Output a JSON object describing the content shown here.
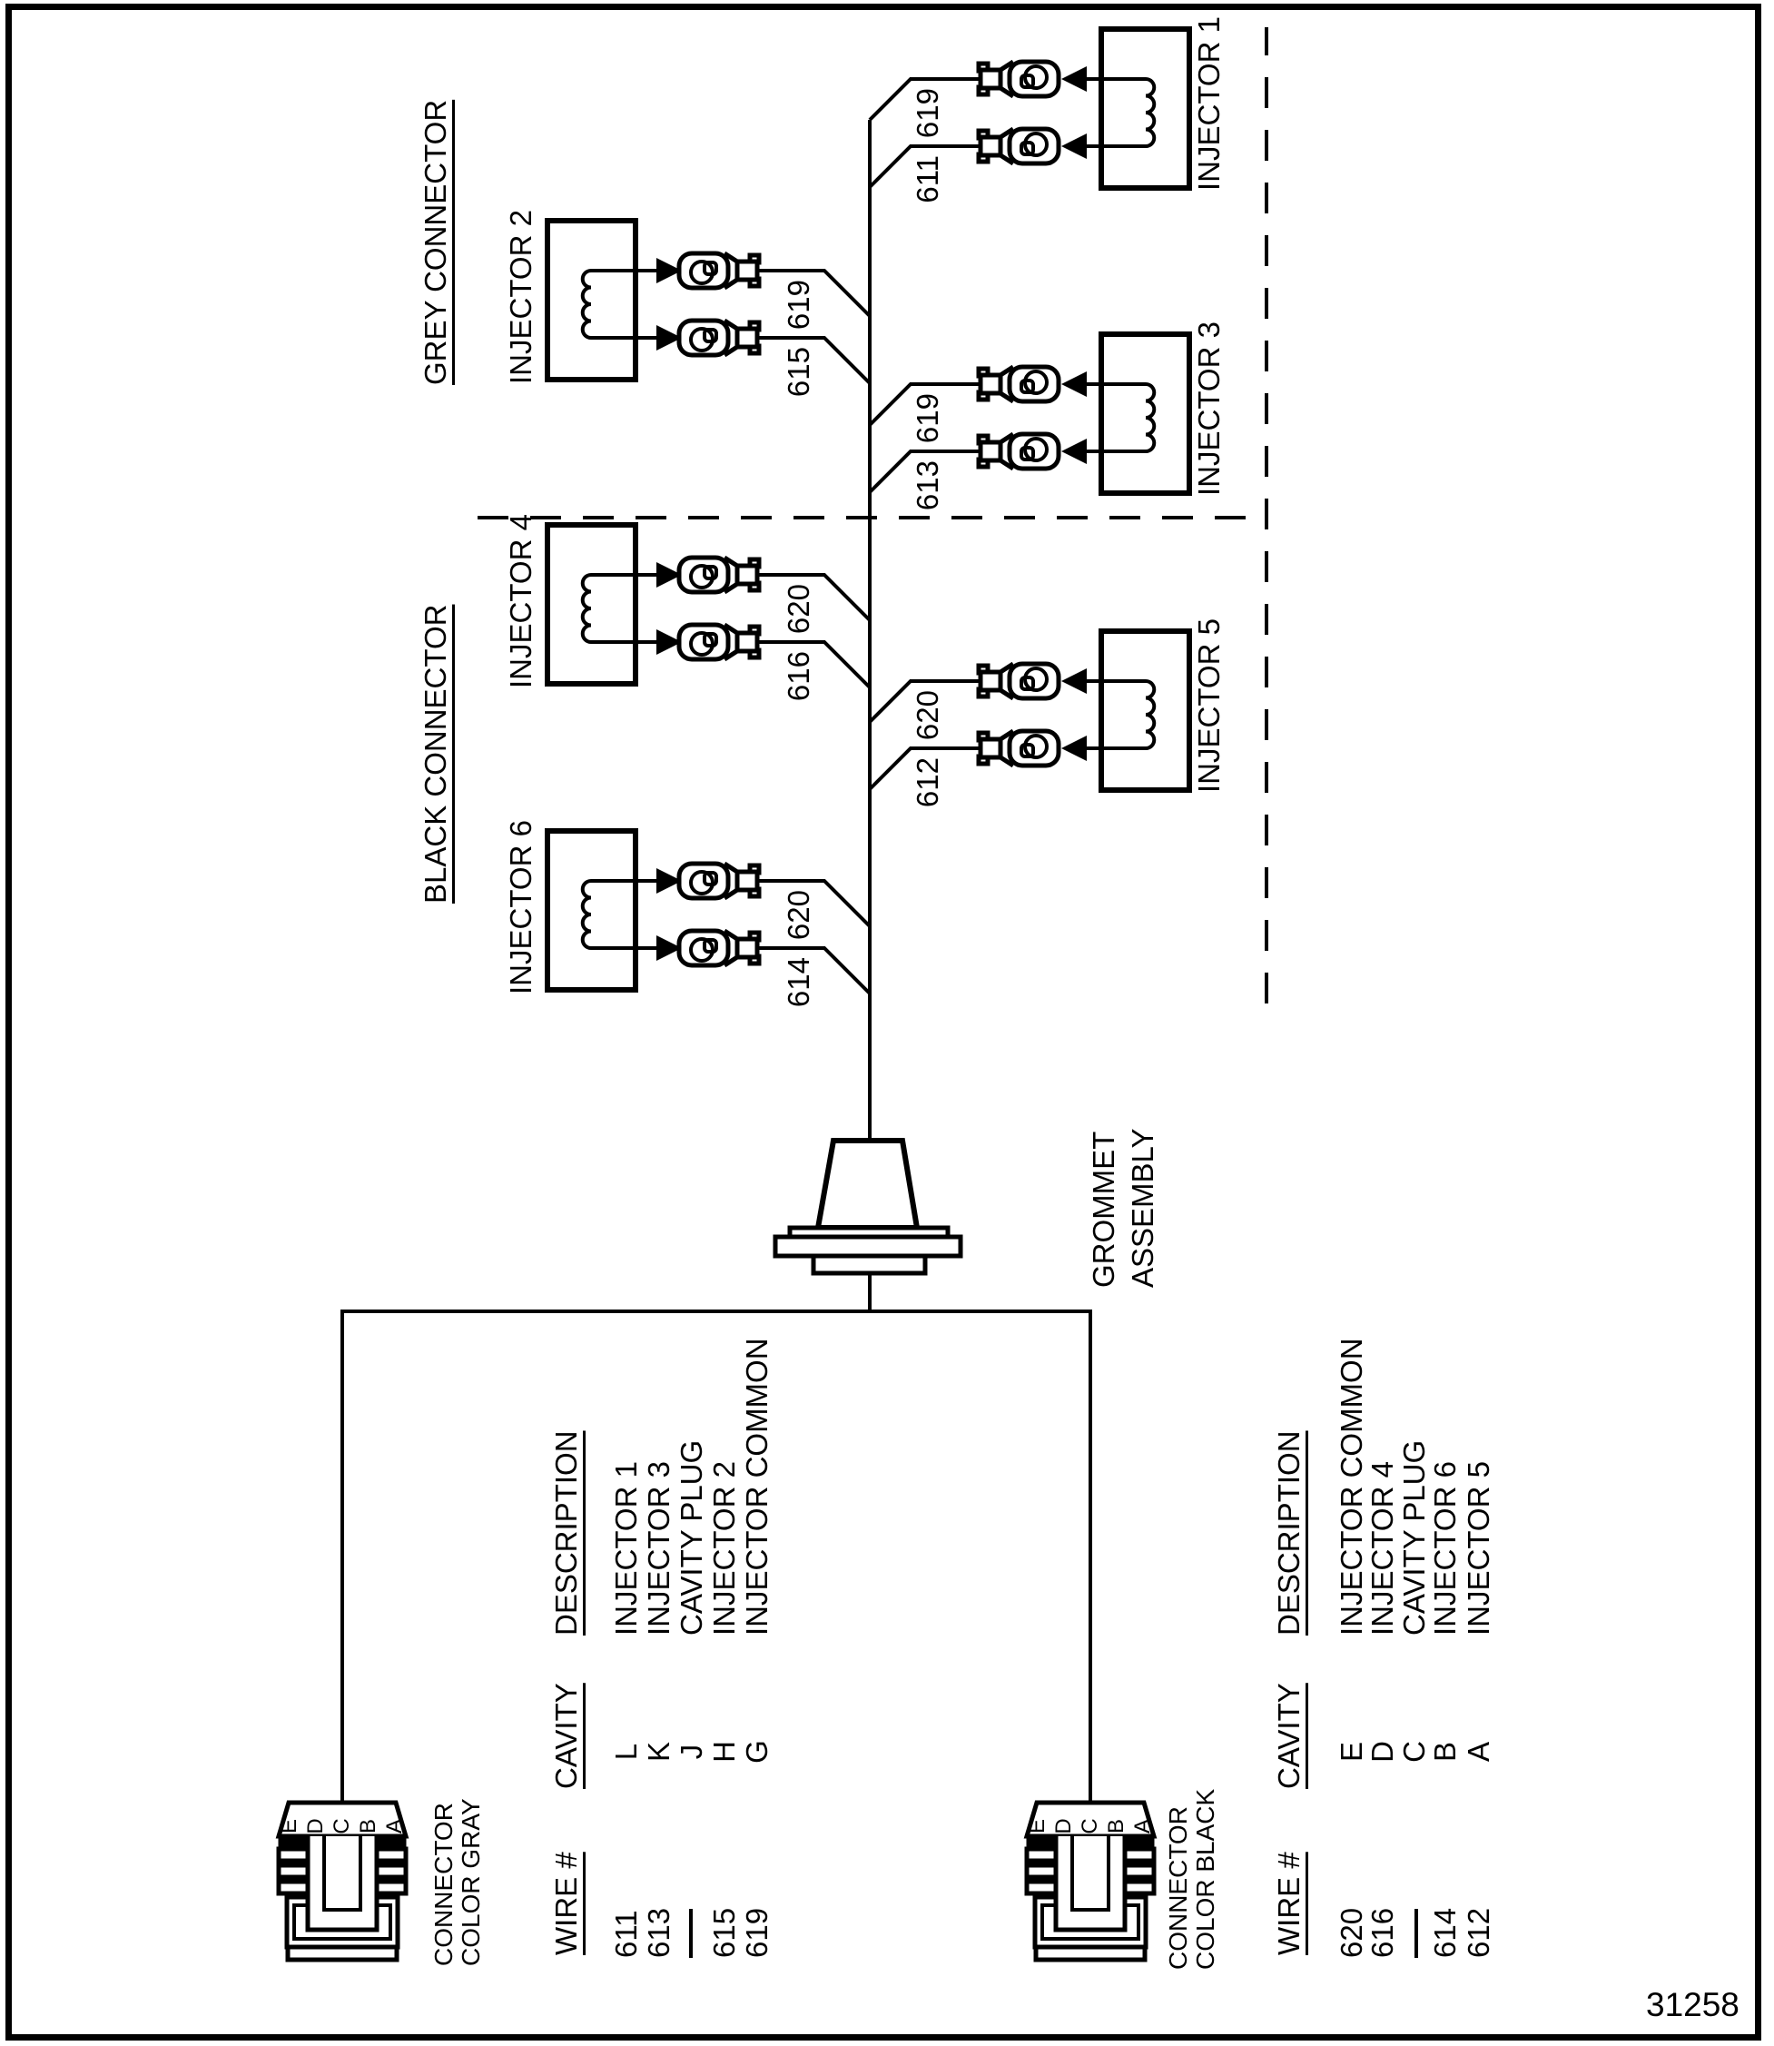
{
  "page": {
    "doc_number": "31258"
  },
  "groups": {
    "grey": "GREY CONNECTOR",
    "black": "BLACK CONNECTOR"
  },
  "injectors": {
    "inj1": "INJECTOR 1",
    "inj2": "INJECTOR 2",
    "inj3": "INJECTOR 3",
    "inj4": "INJECTOR 4",
    "inj5": "INJECTOR 5",
    "inj6": "INJECTOR 6"
  },
  "wires": {
    "inj1_common": "619",
    "inj1_signal": "611",
    "inj2_common": "619",
    "inj2_signal": "615",
    "inj3_common": "619",
    "inj3_signal": "613",
    "inj4_common": "620",
    "inj4_signal": "616",
    "inj5_common": "620",
    "inj5_signal": "612",
    "inj6_common": "620",
    "inj6_signal": "614"
  },
  "grommet": {
    "line1": "GROMMET",
    "line2": "ASSEMBLY"
  },
  "connectors": {
    "gray": {
      "label_line1": "CONNECTOR",
      "label_line2": "COLOR GRAY",
      "cavity_letters": [
        "E",
        "D",
        "C",
        "B",
        "A"
      ]
    },
    "black": {
      "label_line1": "CONNECTOR",
      "label_line2": "COLOR BLACK",
      "cavity_letters": [
        "E",
        "D",
        "C",
        "B",
        "A"
      ]
    }
  },
  "tables": {
    "headers": {
      "wire": "WIRE #",
      "cavity": "CAVITY",
      "description": "DESCRIPTION"
    },
    "gray": {
      "rows": [
        {
          "wire": "611",
          "cavity": "L",
          "description": "INJECTOR 1"
        },
        {
          "wire": "613",
          "cavity": "K",
          "description": "INJECTOR 3"
        },
        {
          "wire": "",
          "cavity": "J",
          "description": "CAVITY PLUG"
        },
        {
          "wire": "615",
          "cavity": "H",
          "description": "INJECTOR 2"
        },
        {
          "wire": "619",
          "cavity": "G",
          "description": "INJECTOR COMMON"
        }
      ]
    },
    "black": {
      "rows": [
        {
          "wire": "620",
          "cavity": "E",
          "description": "INJECTOR COMMON"
        },
        {
          "wire": "616",
          "cavity": "D",
          "description": "INJECTOR 4"
        },
        {
          "wire": "",
          "cavity": "C",
          "description": "CAVITY PLUG"
        },
        {
          "wire": "614",
          "cavity": "B",
          "description": "INJECTOR 6"
        },
        {
          "wire": "612",
          "cavity": "A",
          "description": "INJECTOR 5"
        }
      ]
    }
  },
  "colors": {
    "ink": "#000000",
    "paper": "#ffffff"
  }
}
